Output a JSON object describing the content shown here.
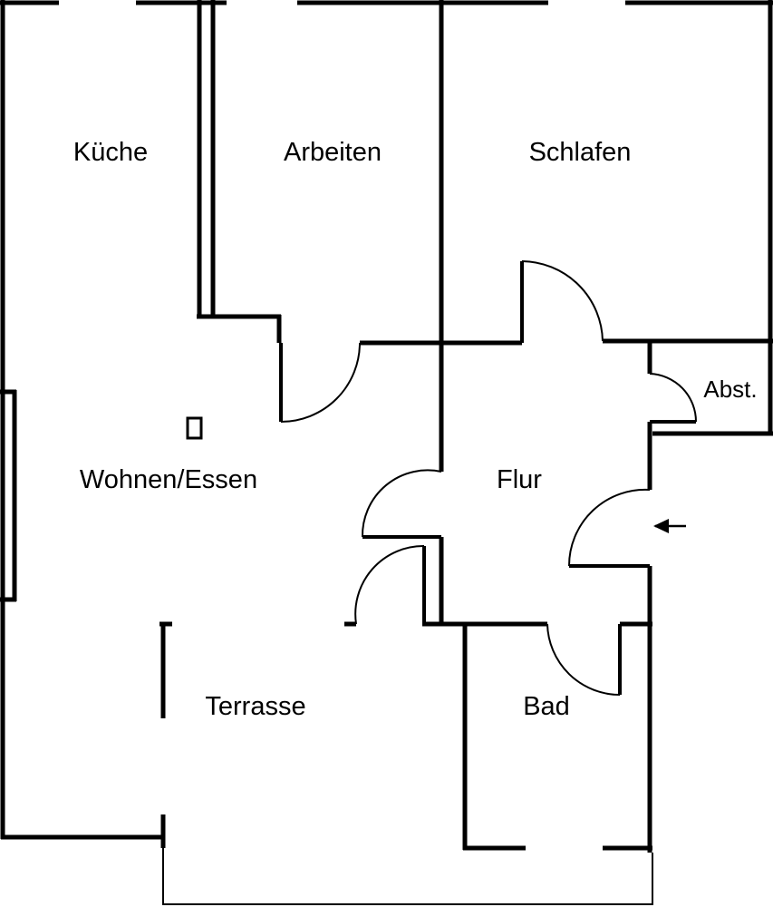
{
  "rooms": {
    "kueche": "Küche",
    "arbeiten": "Arbeiten",
    "schlafen": "Schlafen",
    "abst": "Abst.",
    "wohnen_essen": "Wohnen/Essen",
    "flur": "Flur",
    "terrasse": "Terrasse",
    "bad": "Bad"
  },
  "colors": {
    "line": "#000000",
    "background": "#ffffff"
  },
  "icons": {
    "entrance": "arrow-left-icon",
    "fixture": "chimney-square-icon"
  }
}
